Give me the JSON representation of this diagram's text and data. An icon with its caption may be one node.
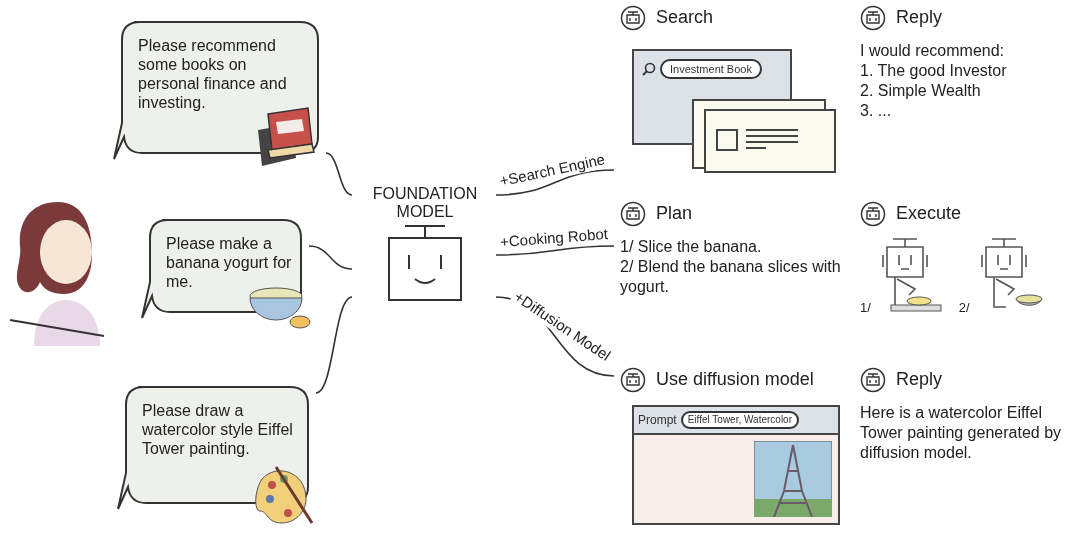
{
  "diagram": {
    "nodes": [
      {
        "text": [
          "Please recommend some books on personal finance and investing."
        ]
      },
      {
        "text": [
          "Please make a banana yogurt for me."
        ]
      },
      {
        "text": [
          "Please draw a watercolor style Eiffel Tower painting."
        ]
      },
      {
        "text": [
          "FOUNDATION MODEL"
        ]
      },
      {
        "text": [
          "Search",
          "Investment Book"
        ]
      },
      {
        "text": [
          "Reply",
          "I would recommend:",
          "1. The good Investor",
          "2. Simple Wealth",
          "3. ..."
        ]
      },
      {
        "text": [
          "Plan",
          "1/ Slice the banana.",
          "2/ Blend the banana slices with yogurt."
        ]
      },
      {
        "text": [
          "Execute",
          "1/",
          "2/"
        ]
      },
      {
        "text": [
          "Use diffusion model",
          "Prompt",
          "Eiffel Tower, Watercolor"
        ]
      },
      {
        "text": [
          "Reply",
          "Here is a watercolor Eiffel Tower painting generated by diffusion model."
        ]
      }
    ],
    "edges": [
      {
        "from": 0,
        "to": 3,
        "arrow": "none"
      },
      {
        "from": 1,
        "to": 3,
        "arrow": "none"
      },
      {
        "from": 2,
        "to": 3,
        "arrow": "none"
      },
      {
        "from": 3,
        "to": 4,
        "arrow": "none",
        "label": "+Search Engine"
      },
      {
        "from": 3,
        "to": 6,
        "arrow": "none",
        "label": "+Cooking Robot"
      },
      {
        "from": 3,
        "to": 8,
        "arrow": "none",
        "label": "+Diffusion Model"
      }
    ]
  }
}
